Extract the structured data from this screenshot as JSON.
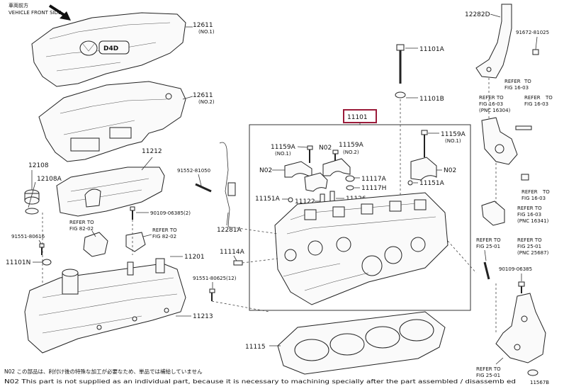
{
  "header": {
    "jp_direction": "車両前方",
    "vehicle_front_side": "VEHICLE FRONT SIDE"
  },
  "callouts": {
    "c12611_top": "12611",
    "c12611_top_sub": "(NO.1)",
    "c12611_mid": "12611",
    "c12611_mid_sub": "(NO.2)",
    "c12108": "12108",
    "c12108A": "12108A",
    "c11212": "11212",
    "c91552": "91552-81050",
    "c90109_2": "90109-06385(2)",
    "c91551_80616": "91551-80616",
    "c11101N": "11101N",
    "c11201": "11201",
    "c91551_80625": "91551-80625(12)",
    "c11213": "11213",
    "c12281A": "12281A",
    "c11114A": "11114A",
    "c11101_main": "11101",
    "c11101A": "11101A",
    "c11101B": "11101B",
    "c11159A_l": "11159A",
    "c11159A_l_sub": "(NO.1)",
    "cN02_top": "N02",
    "c11159A_m": "11159A",
    "c11159A_m_sub": "(NO.2)",
    "c11159A_r": "11159A",
    "c11159A_r_sub": "(NO.1)",
    "cN02_left": "N02",
    "c11117A": "11117A",
    "c11117H": "11117H",
    "c11126": "11126",
    "c11122": "11122",
    "c11151A_l": "11151A",
    "c11151A_r": "11151A",
    "cN02_right": "N02",
    "c11115": "11115",
    "c12282D": "12282D",
    "c91672": "91672-81025",
    "c90109_r": "90109-06385",
    "c11567B": "11567B",
    "logo_text": "D4D"
  },
  "refers": {
    "ref_82_02_a": {
      "l1": "REFER TO",
      "l2": "FIG 82-02"
    },
    "ref_82_02_b": {
      "l1": "REFER TO",
      "l2": "FIG 82-02"
    },
    "ref_16_03_a": {
      "l1": "REFER",
      "l2": "TO",
      "l3": "FIG 16-03"
    },
    "ref_16_03_b": {
      "l1": "REFER TO",
      "l2": "FIG 16-03",
      "l3": "(PNC 16304)"
    },
    "ref_16_03_c": {
      "l1": "REFER",
      "l2": "TO",
      "l3": "FIG 16-03"
    },
    "ref_16_03_d": {
      "l1": "REFER",
      "l2": "TO",
      "l3": "FIG 16-03"
    },
    "ref_16_03_e": {
      "l1": "REFER TO",
      "l2": "FIG 16-03",
      "l3": "(PNC 16341)"
    },
    "ref_25_01_a": {
      "l1": "REFER TO",
      "l2": "FIG 25-01"
    },
    "ref_25_01_b": {
      "l1": "REFER TO",
      "l2": "FIG 25-01",
      "l3": "(PNC 25687)"
    },
    "ref_25_01_c": {
      "l1": "REFER TO",
      "l2": "FIG 25-01"
    }
  },
  "notes": {
    "jp": "N02 この部品は、利付け後の特殊な加工が必要なため、単品では補給していません",
    "en": "N02 This part is not supplied as an individual part, because it is necessary to machining specially after the part assembled / disassemb ed"
  }
}
